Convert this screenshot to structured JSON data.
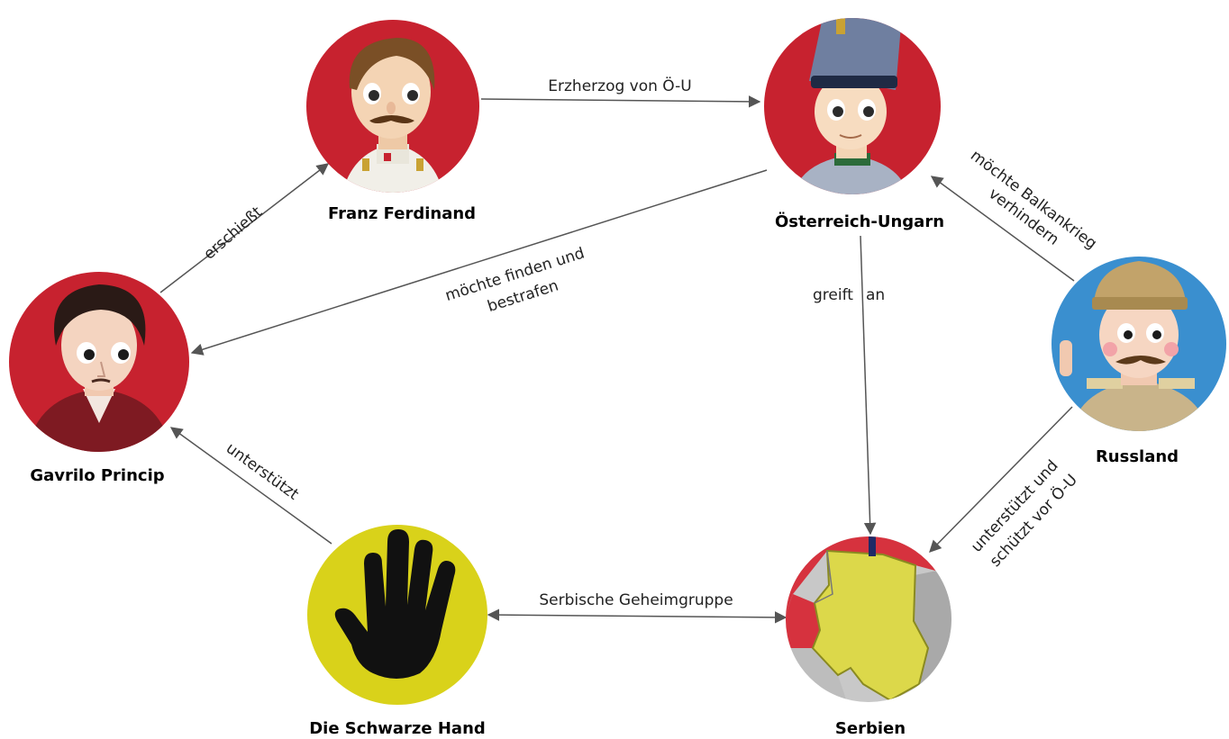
{
  "colors": {
    "red_circle": "#c7222f",
    "blue_circle": "#3a8fcf",
    "yellow_circle": "#d9d21a",
    "edge": "#555555"
  },
  "nodes": {
    "franz_ferdinand": {
      "label": "Franz Ferdinand",
      "icon": "archduke-portrait-icon"
    },
    "oesterreich_ungarn": {
      "label": "Österreich-Ungarn",
      "icon": "austrian-soldier-icon"
    },
    "gavrilo_princip": {
      "label": "Gavrilo Princip",
      "icon": "princip-portrait-icon"
    },
    "russland": {
      "label": "Russland",
      "icon": "russian-officer-icon"
    },
    "schwarze_hand": {
      "label": "Die Schwarze Hand",
      "icon": "black-hand-icon"
    },
    "serbien": {
      "label": "Serbien",
      "icon": "serbia-map-icon"
    }
  },
  "edges": {
    "ff_to_ou": "Erzherzog von Ö-U",
    "gp_to_ff": "erschießt",
    "ou_to_gp_1": "möchte finden und",
    "ou_to_gp_2": "bestrafen",
    "ou_to_serbien_1": "greift",
    "ou_to_serbien_2": "an",
    "ru_to_ou_1": "möchte Balkankrieg",
    "ru_to_ou_2": "verhindern",
    "sh_to_gp": "unterstützt",
    "sh_serbien": "Serbische Geheimgruppe",
    "ru_to_serbien_1": "unterstützt und",
    "ru_to_serbien_2": "schützt vor Ö-U"
  }
}
